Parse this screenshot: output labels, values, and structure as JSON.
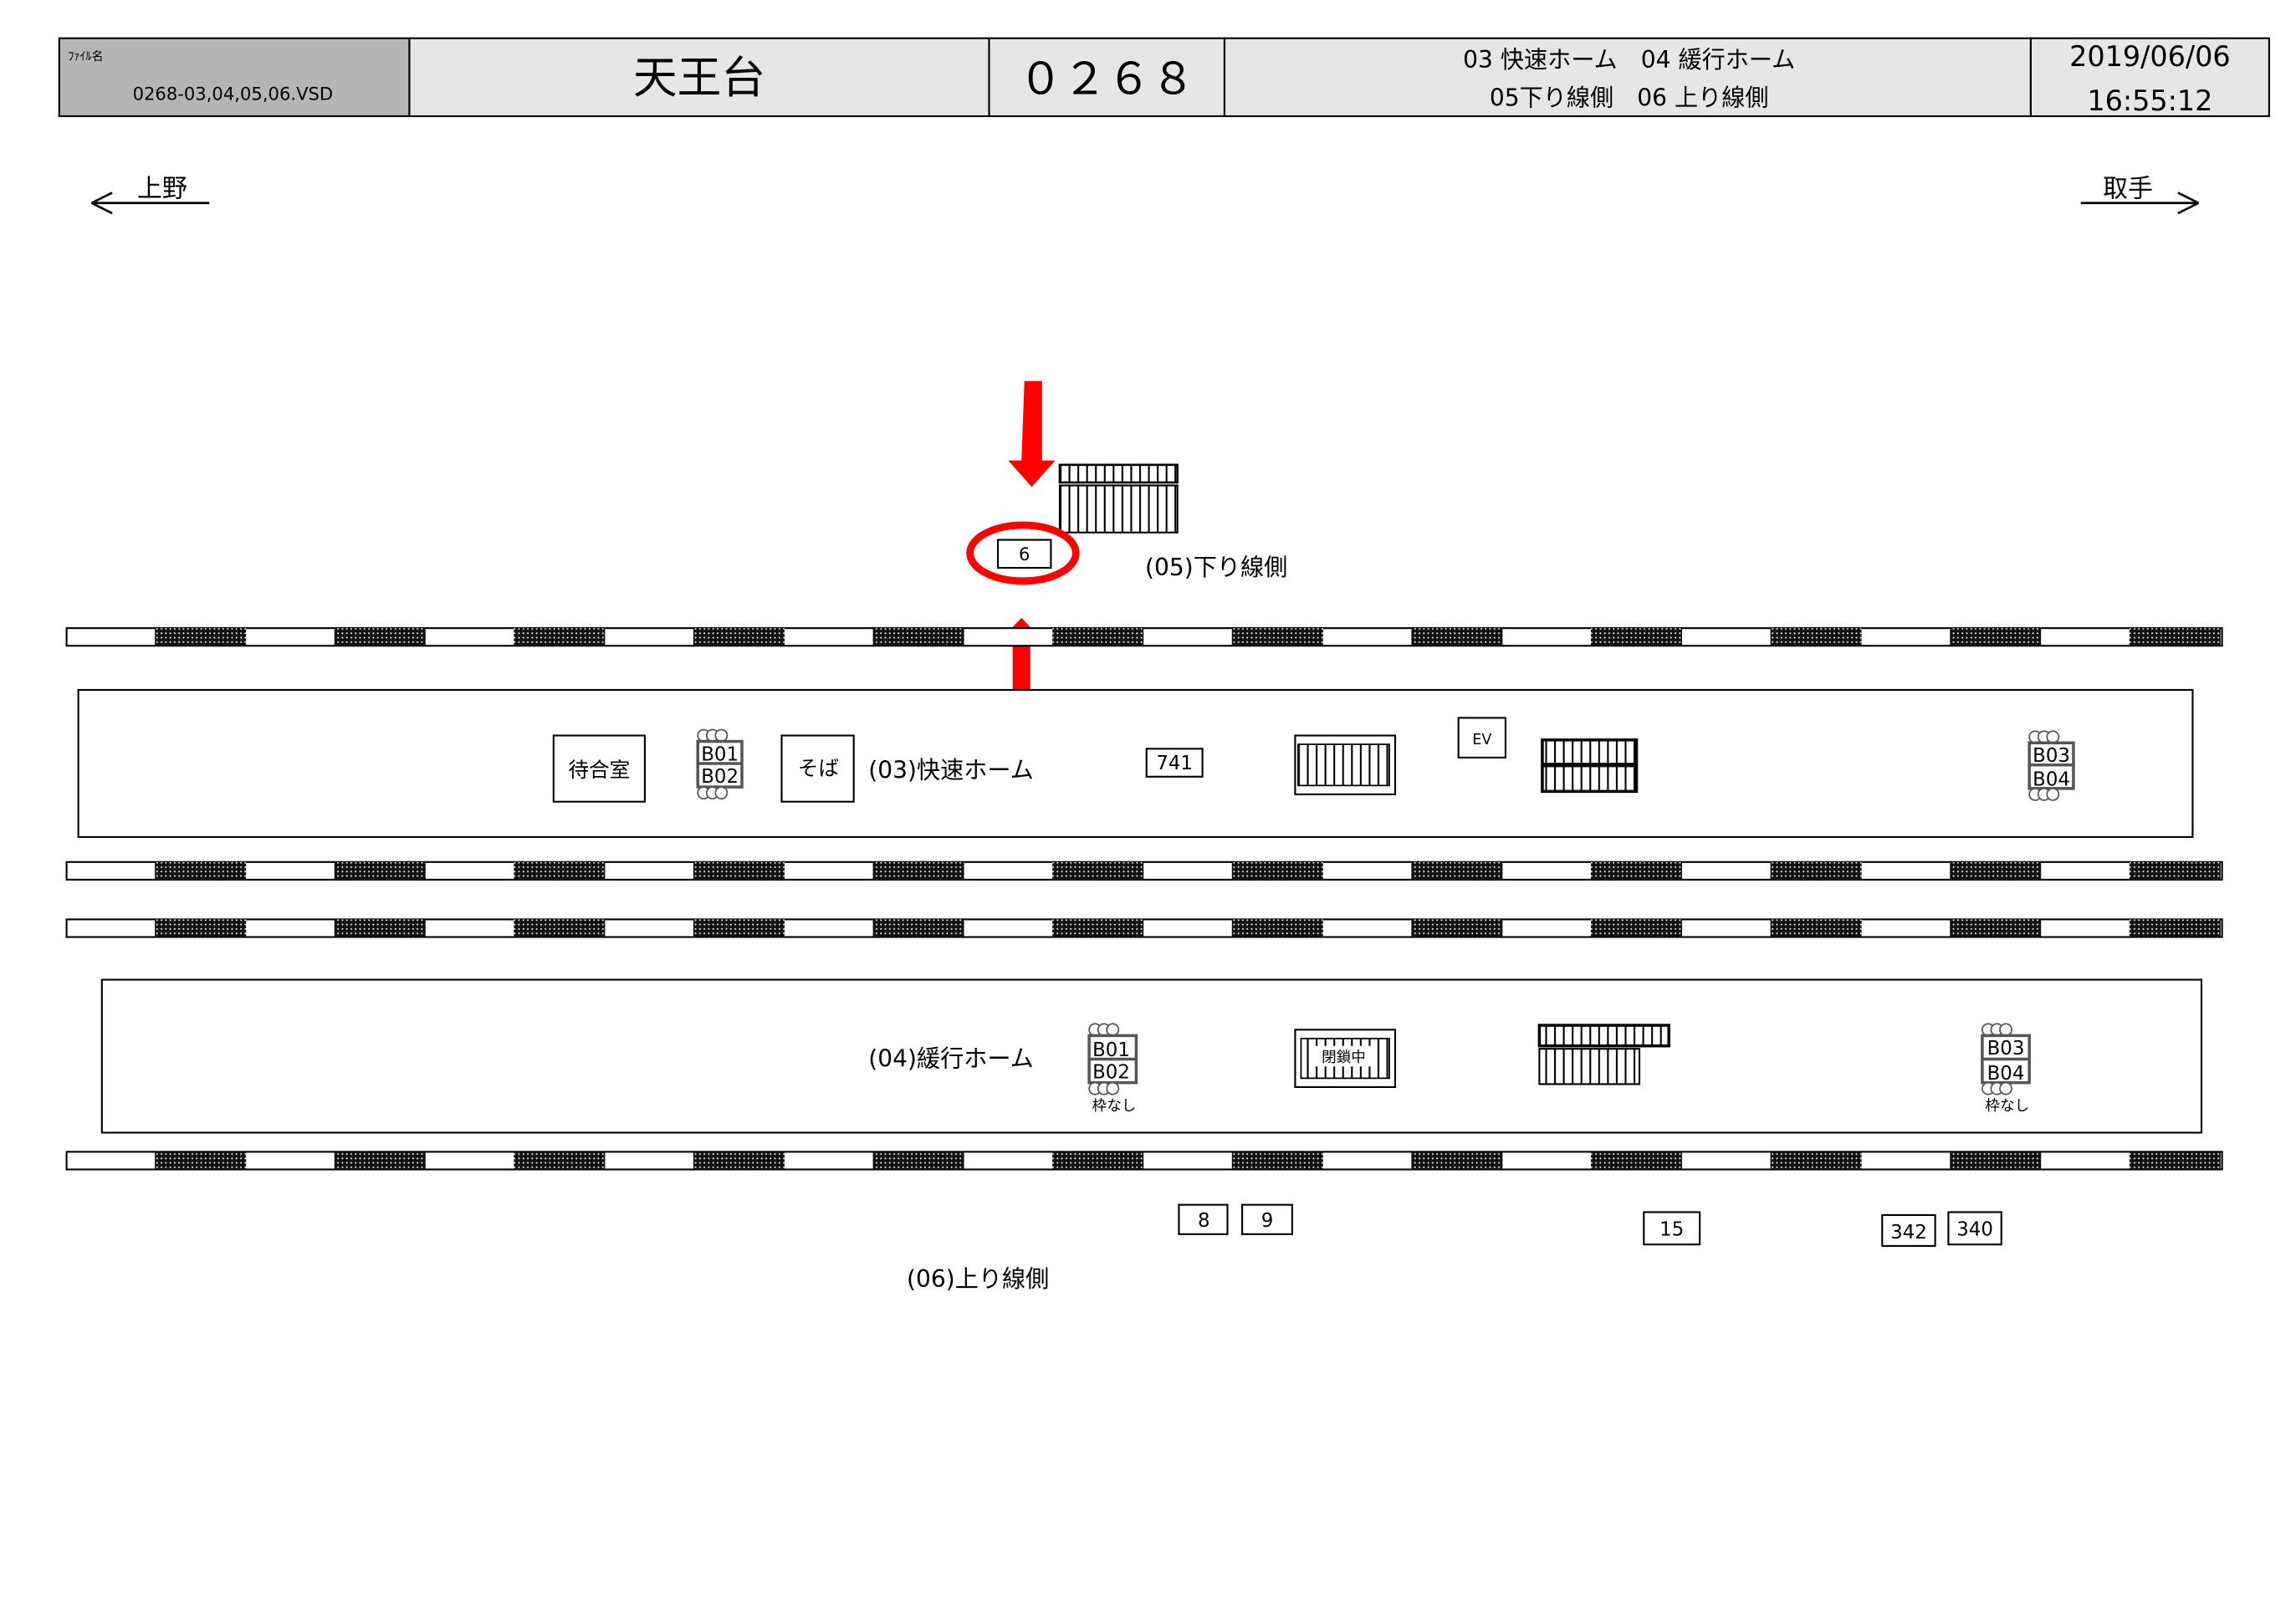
{
  "header": {
    "file_label": "ﾌｧｲﾙ名",
    "file_name": "0268-03,04,05,06.VSD",
    "station_name": "天王台",
    "station_code": "０２６８",
    "platforms_line1": "03 快速ホーム　04 緩行ホーム",
    "platforms_line2": "05下り線側　06 上り線側",
    "date": "2019/06/06",
    "time": "16:55:12"
  },
  "directions": {
    "left": "上野",
    "right": "取手"
  },
  "track_05": {
    "label": "(05)下り線側",
    "highlighted_sign": "6"
  },
  "platform_03": {
    "label": "(03)快速ホーム",
    "waiting_room": "待合室",
    "soba": "そば",
    "sign_741": "741",
    "ev": "EV",
    "bench_left": [
      "B01",
      "B02"
    ],
    "bench_right": [
      "B03",
      "B04"
    ]
  },
  "platform_04": {
    "label": "(04)緩行ホーム",
    "closed_stairs": "閉鎖中",
    "bench_left": [
      "B01",
      "B02"
    ],
    "bench_right": [
      "B03",
      "B04"
    ],
    "no_frame_note": "枠なし"
  },
  "track_06": {
    "label": "(06)上り線側",
    "signs": [
      "8",
      "9",
      "15",
      "342",
      "340"
    ]
  },
  "colors": {
    "highlight": "#ff0000",
    "header_bg": "#e6e6e6",
    "file_cell_bg": "#b5b5b5"
  }
}
